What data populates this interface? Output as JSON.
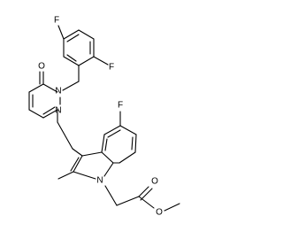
{
  "molecule": {
    "atoms": [
      {
        "id": "F_top",
        "label": "F"
      },
      {
        "id": "F_right",
        "label": "F"
      },
      {
        "id": "O_keto",
        "label": "O"
      },
      {
        "id": "N1_pyr",
        "label": "N"
      },
      {
        "id": "N2_pyr",
        "label": "N"
      },
      {
        "id": "F_indole",
        "label": "F"
      },
      {
        "id": "N_indole",
        "label": "N"
      },
      {
        "id": "O_carbonyl",
        "label": "O"
      },
      {
        "id": "O_ester",
        "label": "O"
      }
    ],
    "colors": {
      "bond": "#000000",
      "label": "#000000",
      "background": "#ffffff"
    }
  }
}
